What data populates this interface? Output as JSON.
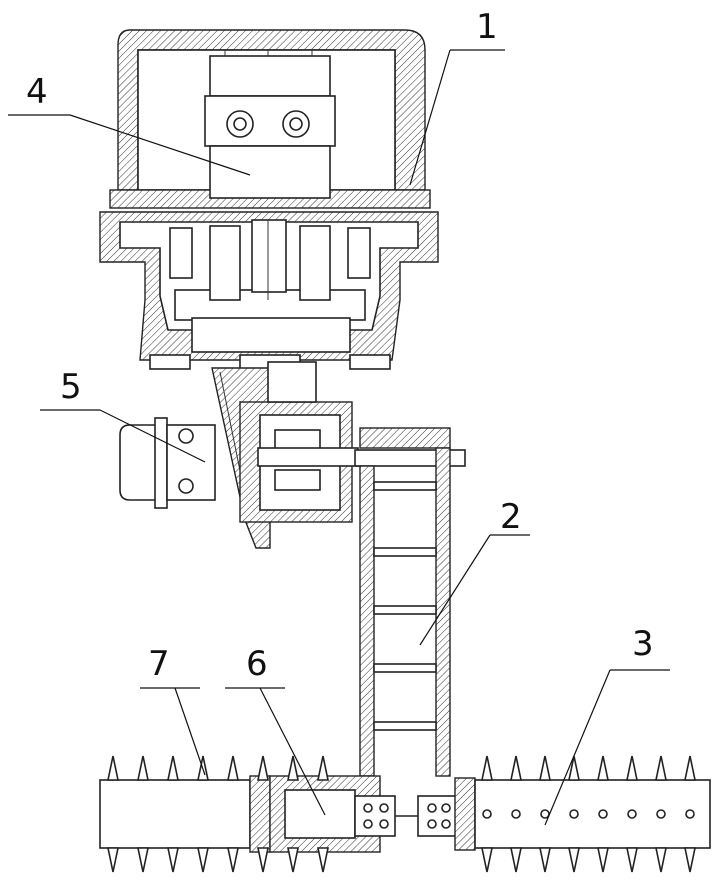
{
  "callouts": [
    {
      "id": "c1",
      "text": "1"
    },
    {
      "id": "c2",
      "text": "2"
    },
    {
      "id": "c3",
      "text": "3"
    },
    {
      "id": "c4",
      "text": "4"
    },
    {
      "id": "c5",
      "text": "5"
    },
    {
      "id": "c6",
      "text": "6"
    },
    {
      "id": "c7",
      "text": "7"
    }
  ]
}
